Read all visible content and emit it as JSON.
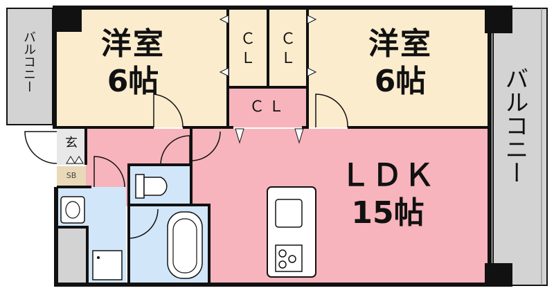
{
  "colors": {
    "western_room": "#fbeccd",
    "ldk": "#f7b4bc",
    "wet_area": "#d2e6fa",
    "balcony": "#d3d3d3",
    "wall": "#111111",
    "floor_light": "#ffffff"
  },
  "rooms": {
    "western_left": {
      "name": "洋室",
      "size": "6帖"
    },
    "western_right": {
      "name": "洋室",
      "size": "6帖"
    },
    "ldk": {
      "name": "ＬＤＫ",
      "size": "15帖"
    },
    "closet_1": "ＣＬ",
    "closet_2": "ＣＬ",
    "closet_3": "ＣＬ",
    "entrance": "玄",
    "shoe_box": "SB",
    "balcony_left": "バルコニー",
    "balcony_right": "バルコニー"
  },
  "icons": {
    "toilet": "toilet-icon",
    "bathtub": "bathtub-icon",
    "washbasin": "washbasin-icon",
    "washer": "washing-machine-pan-icon",
    "sink": "kitchen-sink-icon",
    "stove": "stove-icon"
  }
}
